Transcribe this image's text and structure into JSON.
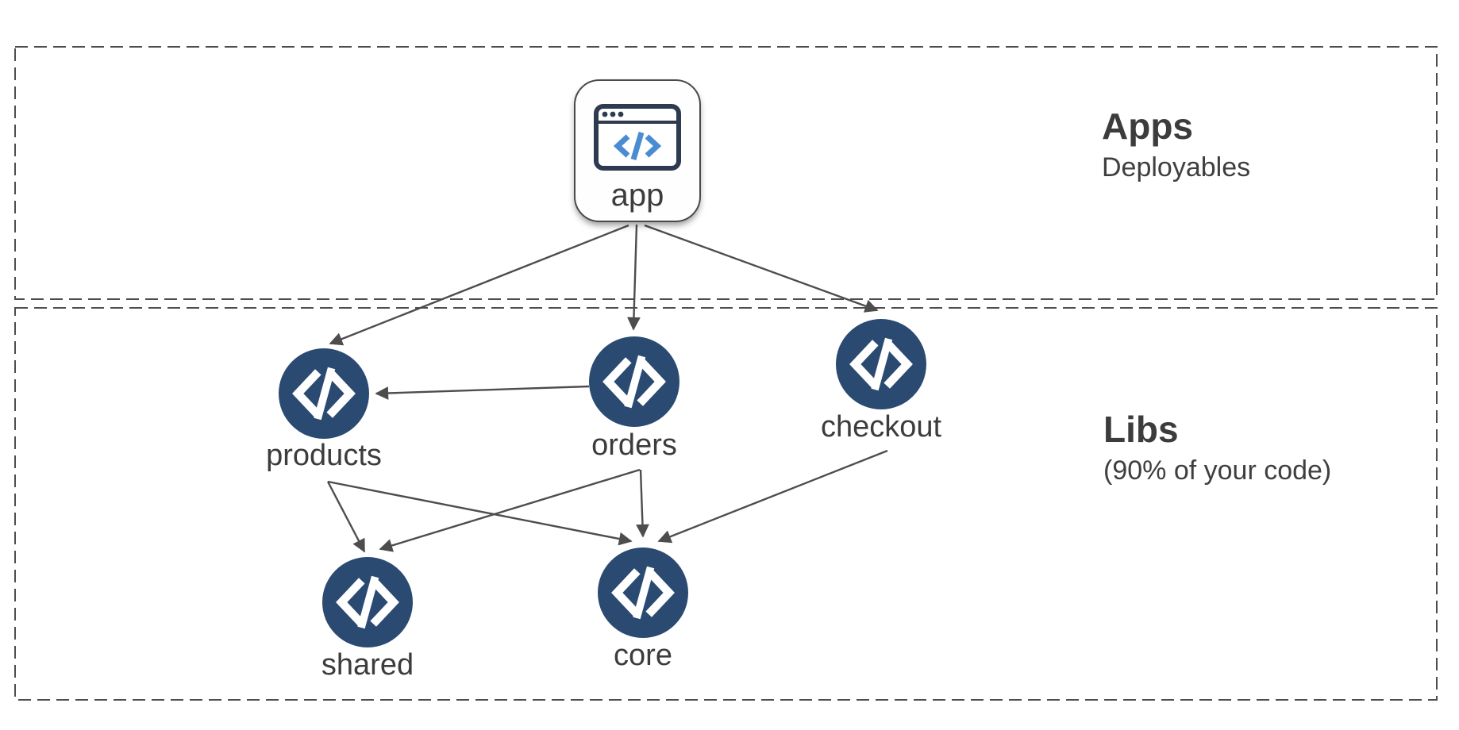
{
  "diagram": {
    "zones": [
      {
        "id": "apps",
        "title": "Apps",
        "subtitle": "Deployables"
      },
      {
        "id": "libs",
        "title": "Libs",
        "subtitle": "(90% of your code)"
      }
    ],
    "nodes": {
      "app": {
        "label": "app",
        "type": "application",
        "zone": "apps",
        "icon": "browser-window-icon"
      },
      "products": {
        "label": "products",
        "type": "library",
        "zone": "libs",
        "icon": "code-icon"
      },
      "orders": {
        "label": "orders",
        "type": "library",
        "zone": "libs",
        "icon": "code-icon"
      },
      "checkout": {
        "label": "checkout",
        "type": "library",
        "zone": "libs",
        "icon": "code-icon"
      },
      "shared": {
        "label": "shared",
        "type": "library",
        "zone": "libs",
        "icon": "code-icon"
      },
      "core": {
        "label": "core",
        "type": "library",
        "zone": "libs",
        "icon": "code-icon"
      }
    },
    "edges": [
      {
        "from": "app",
        "to": "products"
      },
      {
        "from": "app",
        "to": "orders"
      },
      {
        "from": "app",
        "to": "checkout"
      },
      {
        "from": "orders",
        "to": "products"
      },
      {
        "from": "products",
        "to": "shared"
      },
      {
        "from": "products",
        "to": "core"
      },
      {
        "from": "orders",
        "to": "shared"
      },
      {
        "from": "orders",
        "to": "core"
      },
      {
        "from": "checkout",
        "to": "core"
      }
    ],
    "colors": {
      "background": "#ffffff",
      "node_fill": "#2b4a72",
      "node_glyph": "#ffffff",
      "edge": "#4d4d4d",
      "zone_border": "#4d4d4d",
      "text": "#3c3c3c",
      "browser_icon_frame": "#2e3a50",
      "browser_icon_code": "#4a8cd1",
      "card_border": "#4a4a4a"
    }
  }
}
